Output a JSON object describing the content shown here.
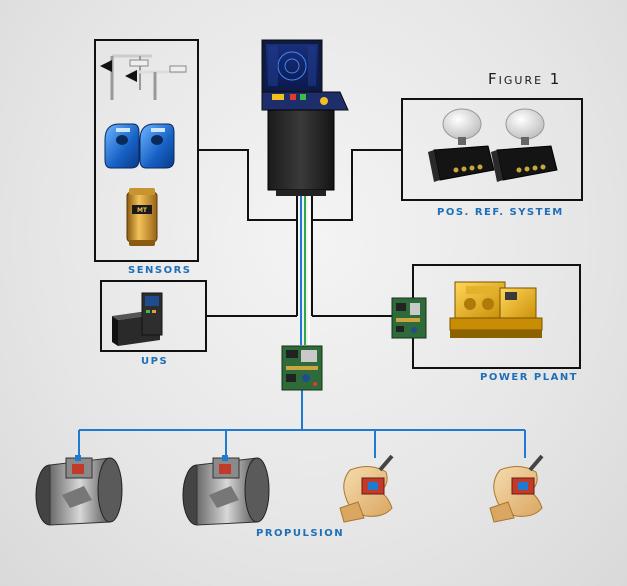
{
  "figure": {
    "title": "Figure 1"
  },
  "labels": {
    "sensors": "SENSORS",
    "ups": "UPS",
    "pos_ref": "POS. REF. SYSTEM",
    "power_plant": "POWER PLANT",
    "propulsion": "PROPULSION"
  },
  "colors": {
    "label_blue": "#1d6fb8",
    "line_black": "#111111",
    "line_blue": "#1f7ad1",
    "line_green": "#2fa84a",
    "line_white": "#ffffff"
  }
}
